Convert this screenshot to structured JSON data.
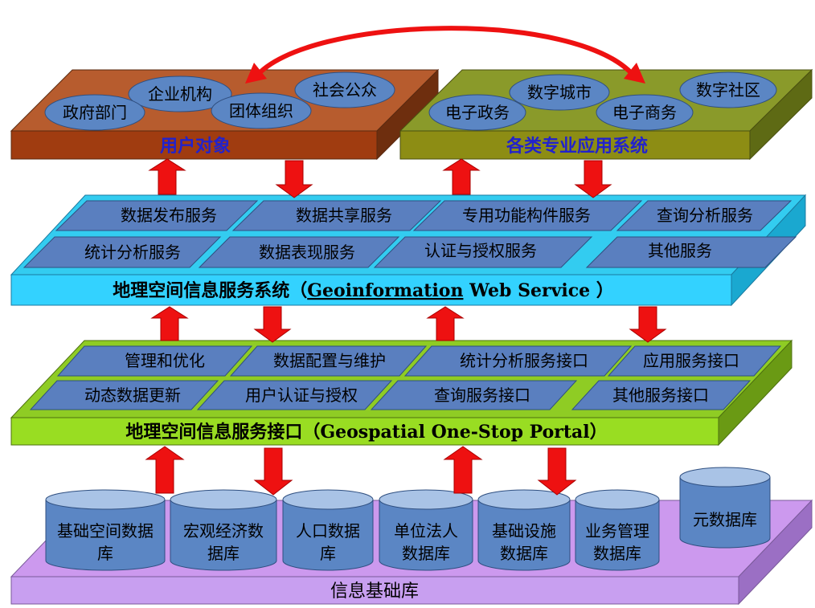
{
  "top_layer": {
    "users": {
      "label": "用户对象",
      "items": [
        "企业机构",
        "社会公众",
        "政府部门",
        "团体组织"
      ]
    },
    "apps": {
      "label": "各类专业应用系统",
      "items": [
        "数字城市",
        "数字社区",
        "电子政务",
        "电子商务"
      ]
    }
  },
  "service_layer": {
    "label_cn": "地理空间信息服务系统（",
    "label_en1": "Geoinformation",
    "label_en2": " Web Service ",
    "label_end": "）",
    "items": [
      "数据发布服务",
      "数据共享服务",
      "专用功能构件服务",
      "查询分析服务",
      "统计分析服务",
      "数据表现服务",
      "认证与授权服务",
      "其他服务"
    ]
  },
  "interface_layer": {
    "label_cn": "地理空间信息服务接口（",
    "label_en": "Geospatial One-Stop Portal",
    "label_end": "）",
    "items": [
      "管理和优化",
      "数据配置与维护",
      "统计分析服务接口",
      "应用服务接口",
      "动态数据更新",
      "用户认证与授权",
      "查询服务接口",
      "其他服务接口"
    ]
  },
  "base_layer": {
    "label": "信息基础库",
    "databases": [
      {
        "line1": "基础空间数据",
        "line2": "库"
      },
      {
        "line1": "宏观经济数",
        "line2": "据库"
      },
      {
        "line1": "人口数据",
        "line2": "库"
      },
      {
        "line1": "单位法人",
        "line2": "数据库"
      },
      {
        "line1": "基础设施",
        "line2": "数据库"
      },
      {
        "line1": "业务管理",
        "line2": "数据库"
      },
      {
        "line1": "元数据库",
        "line2": ""
      }
    ]
  },
  "colors": {
    "users_top": "#b75c2e",
    "users_front": "#a03c10",
    "apps_top": "#8a9a2a",
    "apps_front": "#8d8d14",
    "service_top": "#33ccf0",
    "service_front": "#33d2ff",
    "interface_top": "#8fcc24",
    "interface_front": "#99dd22",
    "base_top": "#cc99ee",
    "base_front": "#c89ff0",
    "panel": "#5a7fbf",
    "db": "#5b86c4",
    "db_top": "#a9c3e6",
    "arrow": "#ee1111",
    "label_blue": "#2222cc"
  }
}
